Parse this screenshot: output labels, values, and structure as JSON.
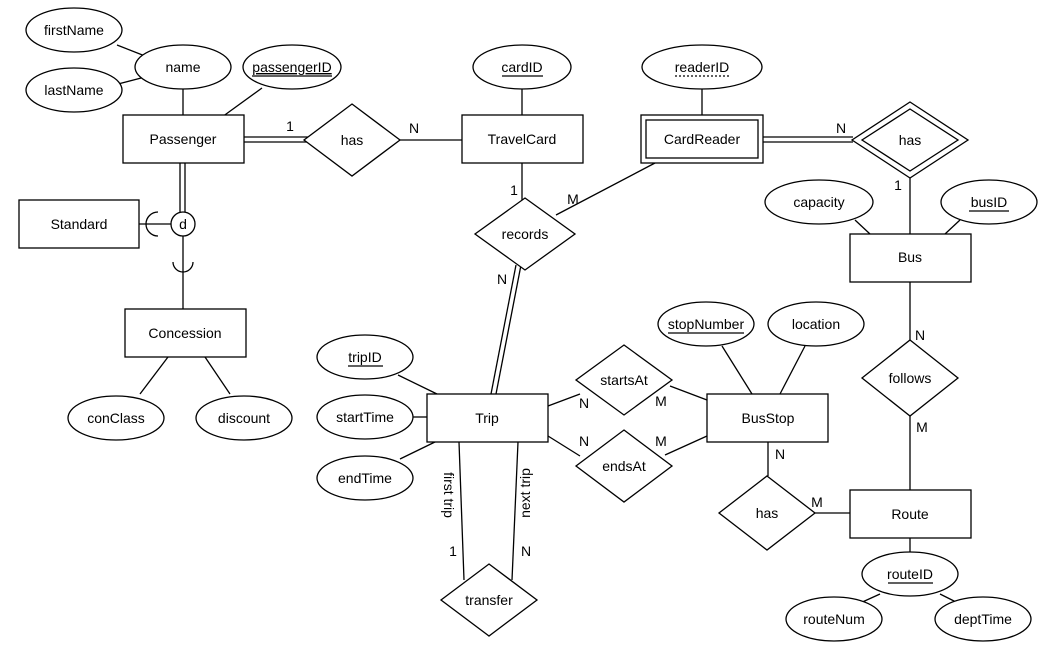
{
  "entities": {
    "passenger": "Passenger",
    "travelcard": "TravelCard",
    "cardreader": "CardReader",
    "bus": "Bus",
    "standard": "Standard",
    "concession": "Concession",
    "trip": "Trip",
    "busstop": "BusStop",
    "route": "Route"
  },
  "relationships": {
    "has_passenger_card": "has",
    "has_reader_bus": "has",
    "records": "records",
    "startsAt": "startsAt",
    "endsAt": "endsAt",
    "follows": "follows",
    "has_stop_route": "has",
    "transfer": "transfer"
  },
  "attributes": {
    "firstName": "firstName",
    "lastName": "lastName",
    "name": "name",
    "passengerID": "passengerID",
    "cardID": "cardID",
    "readerID": "readerID",
    "capacity": "capacity",
    "busID": "busID",
    "stopNumber": "stopNumber",
    "location": "location",
    "tripID": "tripID",
    "startTime": "startTime",
    "endTime": "endTime",
    "conClass": "conClass",
    "discount": "discount",
    "routeID": "routeID",
    "routeNum": "routeNum",
    "deptTime": "deptTime"
  },
  "specialization": {
    "disjoint": "d"
  },
  "cardinalities": {
    "passenger_has": "1",
    "has_travelcard": "N",
    "cardreader_has": "N",
    "has_bus": "1",
    "travelcard_records": "1",
    "records_cardreader": "M",
    "records_trip": "N",
    "bus_follows": "N",
    "follows_route": "M",
    "trip_startsAt": "N",
    "startsAt_busstop": "M",
    "trip_endsAt": "N",
    "endsAt_busstop": "M",
    "busstop_has": "N",
    "has_route": "M",
    "transfer_first": "1",
    "transfer_next": "N"
  },
  "role_labels": {
    "first_trip": "first trip",
    "next_trip": "next trip"
  }
}
